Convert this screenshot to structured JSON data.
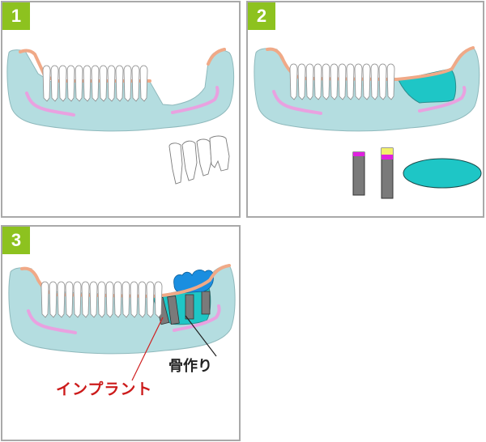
{
  "panels": [
    {
      "number": "1",
      "description": "lower jaw with missing back teeth; removed teeth shown separately"
    },
    {
      "number": "2",
      "description": "bone graft area filled in jaw; implants and bone block shown separately"
    },
    {
      "number": "3",
      "description": "implants placed in grafted bone with crowns"
    }
  ],
  "labels": {
    "bone_building": "骨作り",
    "implant": "インプラント"
  },
  "colors": {
    "badge": "#8dc21f",
    "jaw": "#b4dde0",
    "gum": "#f0a987",
    "nerve": "#e9a1e0",
    "graft": "#1ec6c6",
    "implant": "#7a7a7a",
    "crown": "#1a8ee0",
    "implant_label": "#cc1b1b"
  }
}
